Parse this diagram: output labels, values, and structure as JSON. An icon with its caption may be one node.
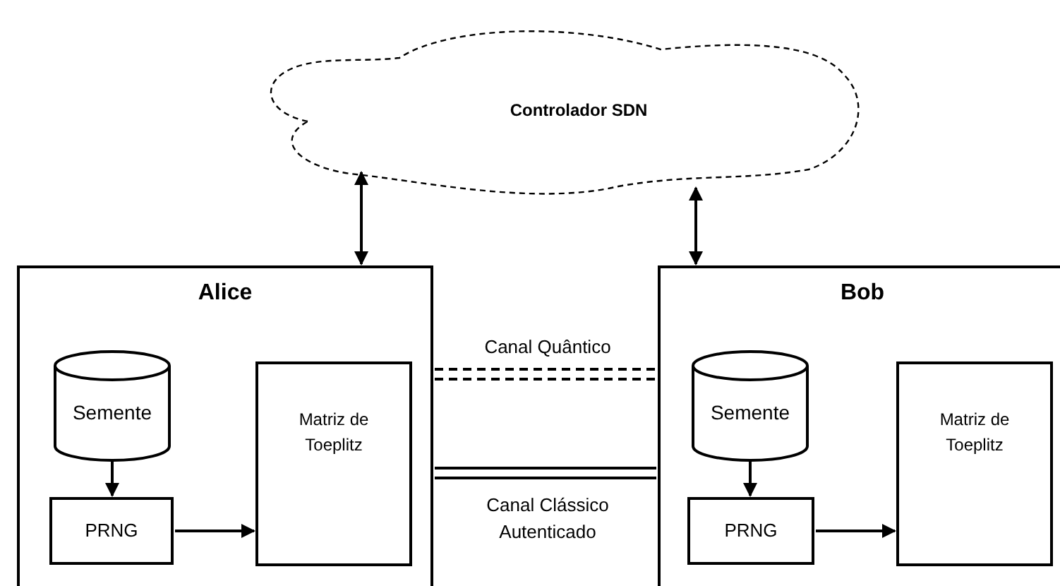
{
  "diagram": {
    "nodes": [
      {
        "text": [
          "Controlador SDN"
        ]
      },
      {
        "text": [
          "Alice"
        ]
      },
      {
        "text": [
          "Semente"
        ],
        "in": 1
      },
      {
        "text": [
          "PRNG"
        ],
        "in": 1
      },
      {
        "text": [
          "Matriz de Toeplitz"
        ],
        "in": 1
      },
      {
        "text": [
          "Bob"
        ]
      },
      {
        "text": [
          "Semente"
        ],
        "in": 5
      },
      {
        "text": [
          "PRNG"
        ],
        "in": 5
      },
      {
        "text": [
          "Matriz de Toeplitz"
        ],
        "in": 5
      }
    ],
    "edges": [
      {
        "from": 0,
        "to": 1,
        "arrow": "both"
      },
      {
        "from": 0,
        "to": 5,
        "arrow": "both"
      },
      {
        "from": 2,
        "to": 3,
        "arrow": "to"
      },
      {
        "from": 3,
        "to": 4,
        "arrow": "to"
      },
      {
        "from": 6,
        "to": 7,
        "arrow": "to"
      },
      {
        "from": 7,
        "to": 8,
        "arrow": "to"
      },
      {
        "from": 1,
        "to": 5,
        "arrow": "none",
        "label": "Canal Quântico",
        "style": "dashed"
      },
      {
        "from": 1,
        "to": 5,
        "arrow": "none",
        "label": "Canal Clássico Autenticado"
      }
    ]
  }
}
